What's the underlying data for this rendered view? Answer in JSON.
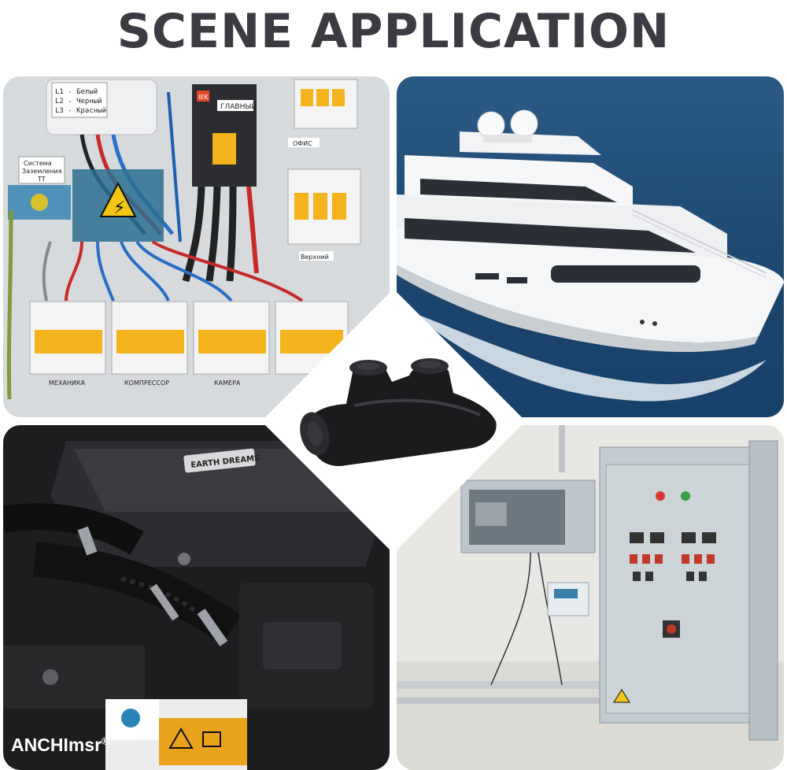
{
  "title": "SCENE APPLICATION",
  "brand": {
    "name": "ANCHImsr",
    "mark": "®"
  },
  "electrical_panel": {
    "legend_lines": [
      "L1 - Белый",
      "L2 - Черный",
      "L3 - Красный"
    ],
    "ground_label_line1": "Система",
    "ground_label_line2": "Заземления",
    "ground_label_line3": "TT",
    "main_breaker_brand": "IEK",
    "main_label": "ГЛАВНЫЙ",
    "office_label": "ОФИС",
    "upper_label": "Верхний",
    "row_labels": [
      "МЕХАНИКА",
      "КОМПРЕССОР",
      "КАМЕРА"
    ]
  },
  "engine_panel": {
    "cover_text": "EARTH DREAMS"
  },
  "colors": {
    "title": "#3a3c41",
    "breaker_yellow": "#f2b31d",
    "sea": "#1f4f7a",
    "connector": "#1b1b1d"
  }
}
